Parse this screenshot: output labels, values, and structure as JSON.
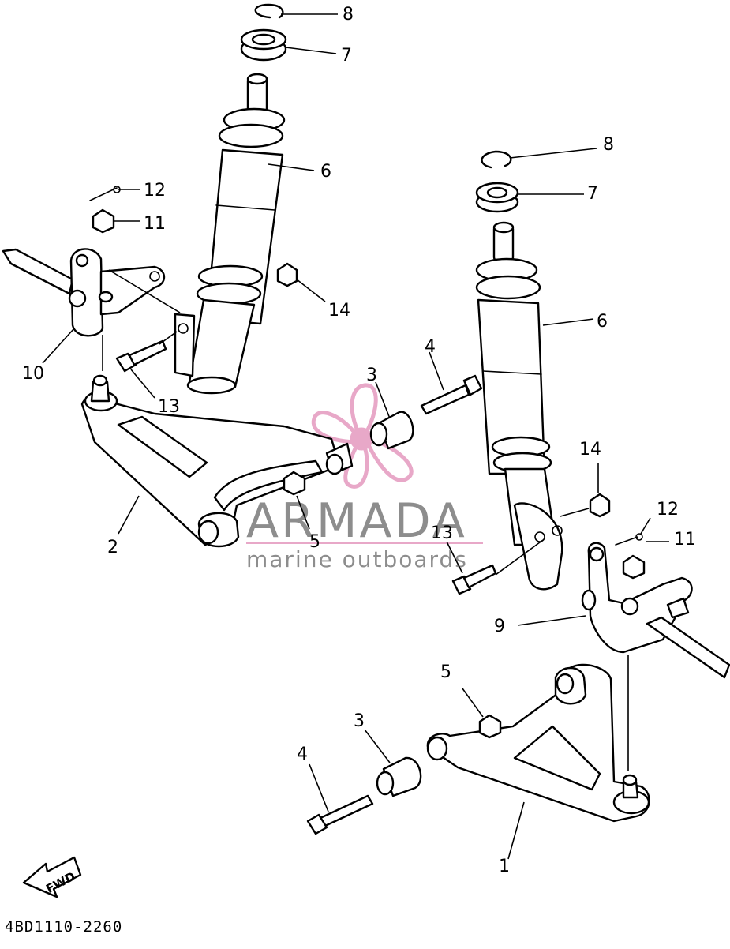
{
  "diagram": {
    "part_code": "4BD1110-2260",
    "direction_label": "FWD",
    "callouts": {
      "top_8": "8",
      "top_7": "7",
      "top_6": "6",
      "top_12": "12",
      "top_11": "11",
      "top_14": "14",
      "top_10": "10",
      "top_13": "13",
      "top_3": "3",
      "top_4": "4",
      "top_2": "2",
      "top_5": "5",
      "r_8": "8",
      "r_7": "7",
      "r_6": "6",
      "r_14": "14",
      "r_12": "12",
      "r_11": "11",
      "r_13": "13",
      "r_9": "9",
      "b_5": "5",
      "b_3": "3",
      "b_4": "4",
      "b_1": "1"
    }
  },
  "watermark": {
    "brand": "ARMADA",
    "tagline": "marine outboards",
    "accent_color": "#e8a8c8",
    "text_color": "#8d8d8d"
  }
}
